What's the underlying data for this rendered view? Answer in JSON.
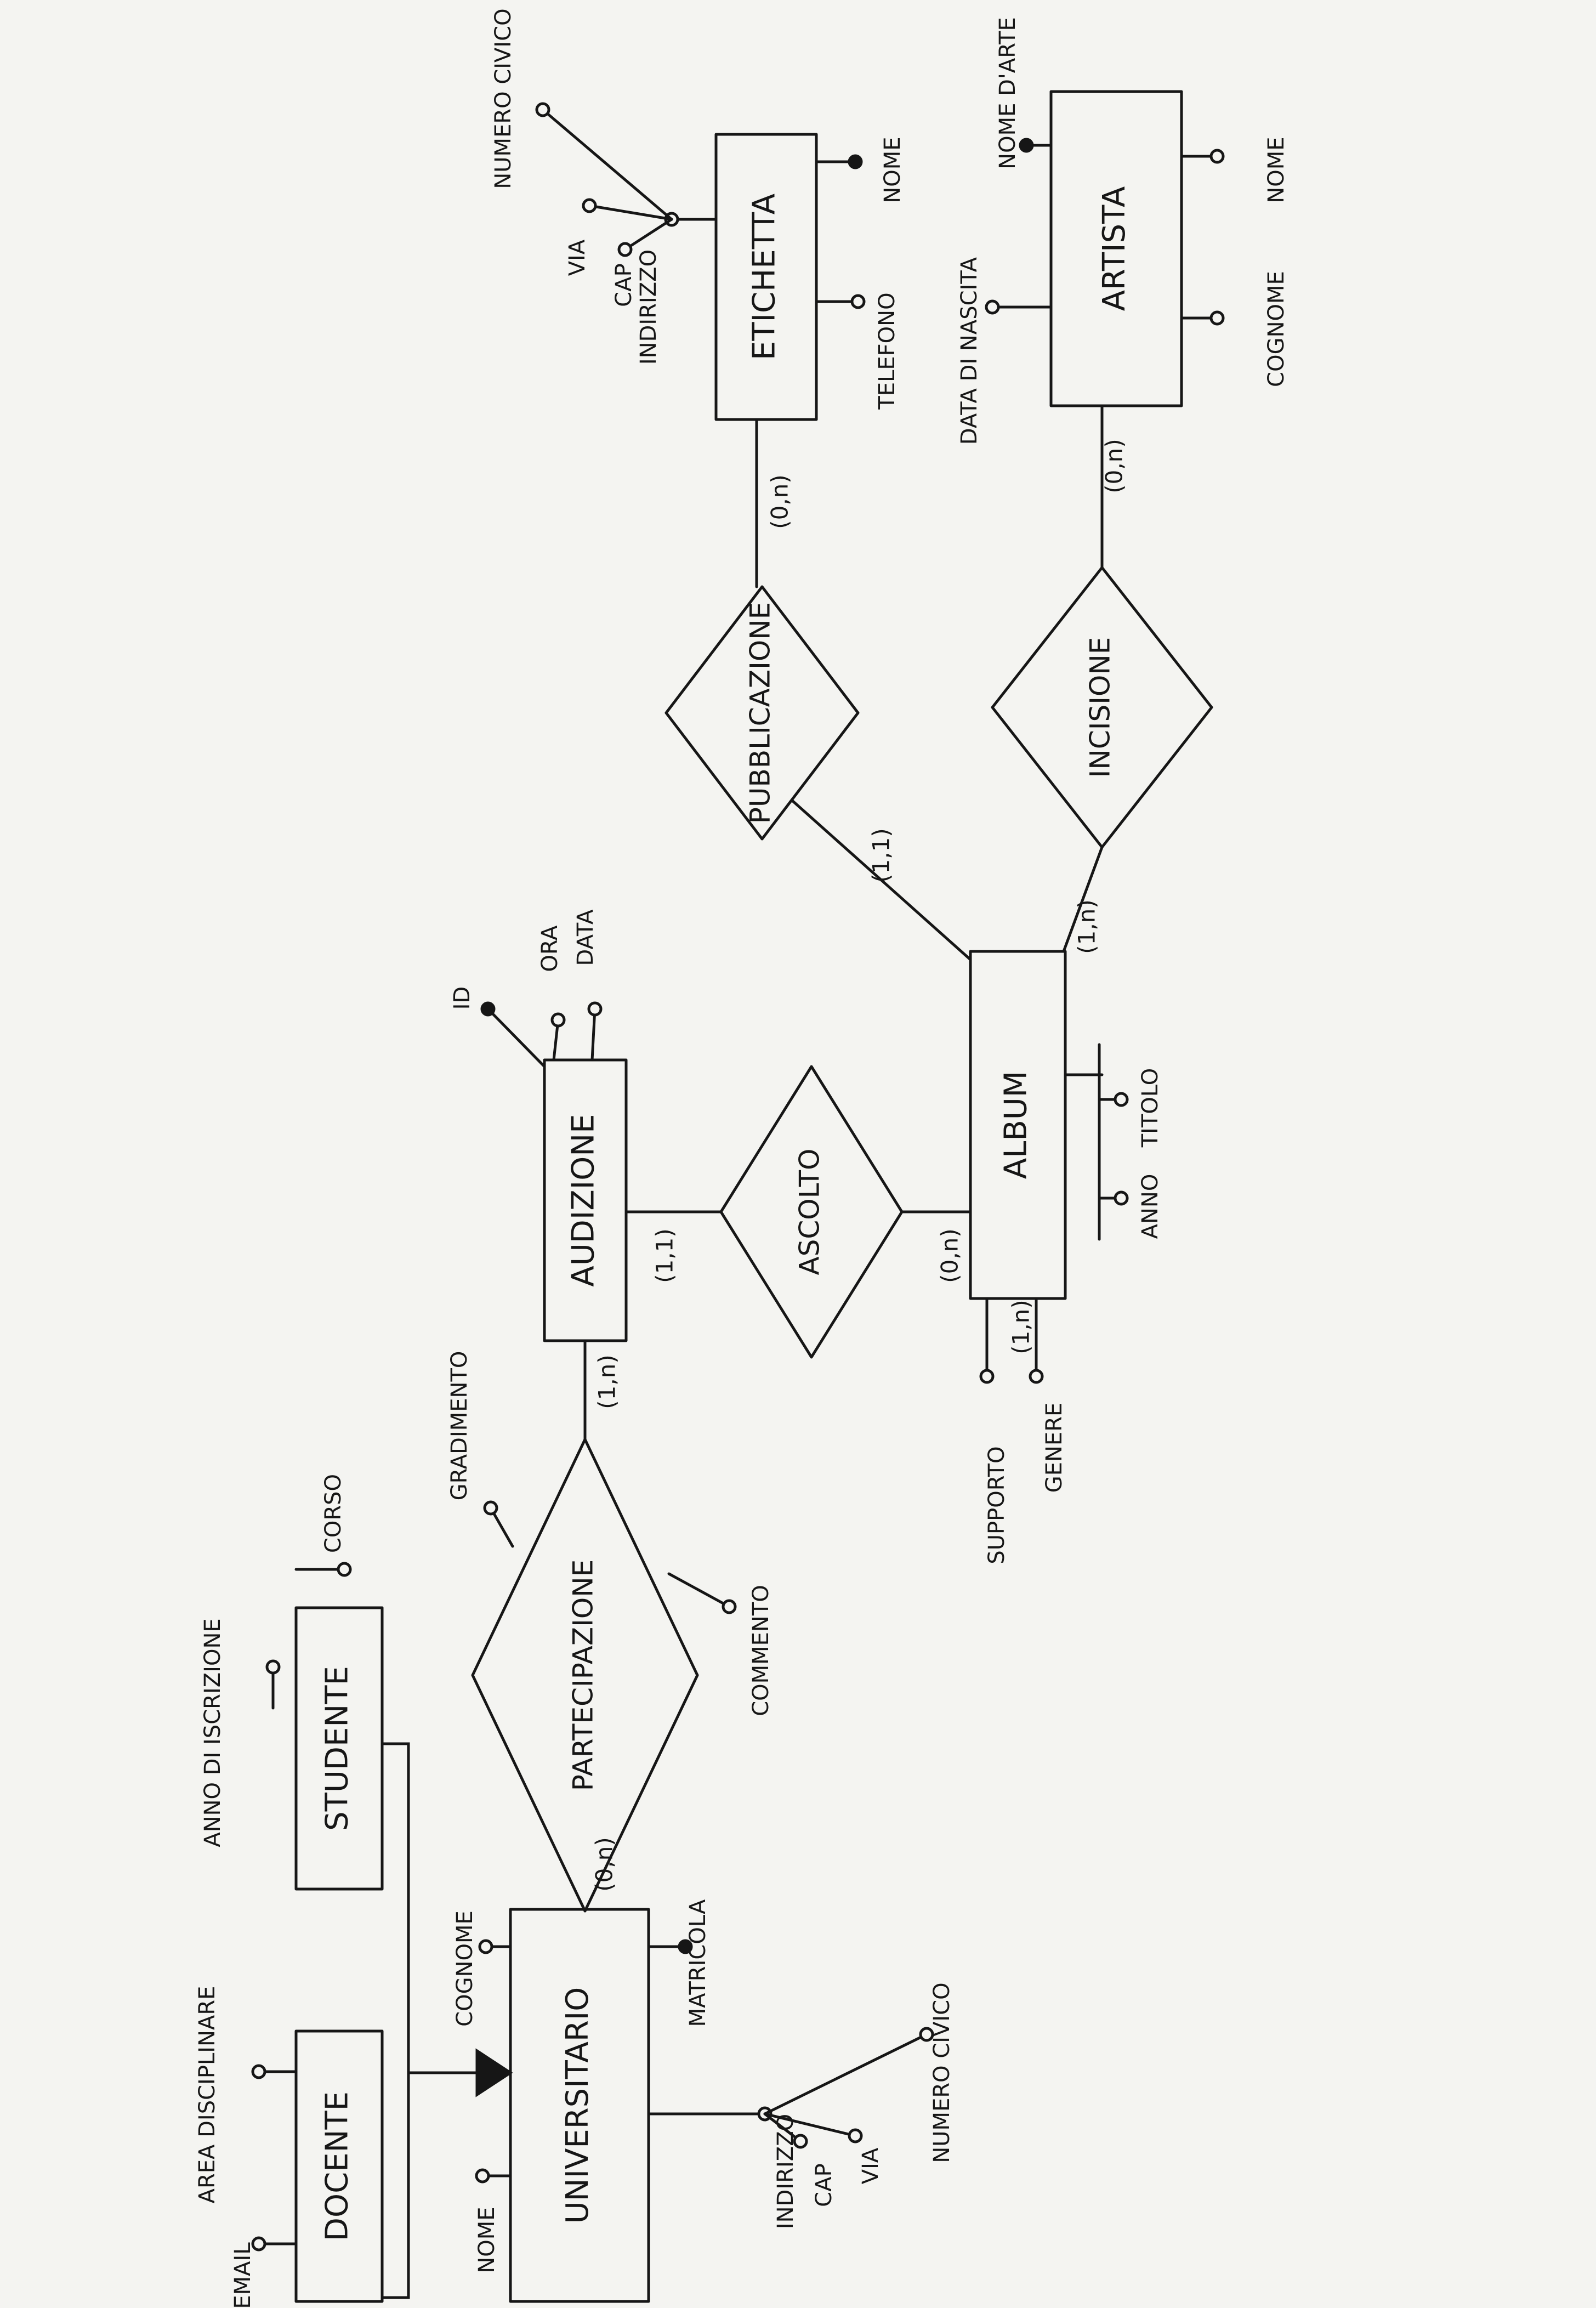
{
  "entities": {
    "artista": "ARTISTA",
    "etichetta": "ETICHETTA",
    "album": "ALBUM",
    "audizione": "AUDIZIONE",
    "studente": "STUDENTE",
    "universitario": "UNIVERSITARIO",
    "docente": "DOCENTE"
  },
  "relationships": {
    "incisione": "INCISIONE",
    "pubblicazione": "PUBBLICAZIONE",
    "ascolto": "ASCOLTO",
    "partecipazione": "PARTECIPAZIONE"
  },
  "attributes": {
    "artista_nome": "NOME",
    "artista_cognome": "COGNOME",
    "artista_nome_darte": "NOME D'ARTE",
    "artista_data_nascita": "DATA DI NASCITA",
    "etichetta_nome": "NOME",
    "etichetta_telefono": "TELEFONO",
    "etichetta_indirizzo": "INDIRIZZO",
    "etichetta_numero_civico": "NUMERO CIVICO",
    "etichetta_cap": "CAP",
    "etichetta_via": "VIA",
    "album_titolo": "TITOLO",
    "album_anno": "ANNO",
    "album_genere": "GENERE",
    "album_supporto": "SUPPORTO",
    "audizione_data": "DATA",
    "audizione_ora": "ORA",
    "audizione_id": "ID",
    "partecipazione_gradimento": "GRADIMENTO",
    "partecipazione_commento": "COMMENTO",
    "studente_corso": "CORSO",
    "studente_anno_iscrizione": "ANNO DI ISCRIZIONE",
    "univ_cognome": "COGNOME",
    "univ_matricola": "MATRICOLA",
    "univ_nome": "NOME",
    "univ_indirizzo": "INDIRIZZO",
    "univ_numero_civico": "NUMERO CIVICO",
    "univ_via": "VIA",
    "univ_cap": "CAP",
    "docente_area": "AREA DISCIPLINARE",
    "docente_email": "EMAIL"
  },
  "cardinalities": {
    "artista_incisione": "(0,n)",
    "album_incisione": "(1,n)",
    "etichetta_pubblicazione": "(0,n)",
    "album_pubblicazione": "(1,1)",
    "album_ascolto": "(0,n)",
    "audizione_ascolto": "(1,1)",
    "audizione_partecipazione": "(1,n)",
    "universitario_partecipazione": "(0,n)",
    "album_supporto": "(1,n)"
  },
  "colors": {
    "ink": "#161616",
    "paper": "#f4f4f1"
  }
}
